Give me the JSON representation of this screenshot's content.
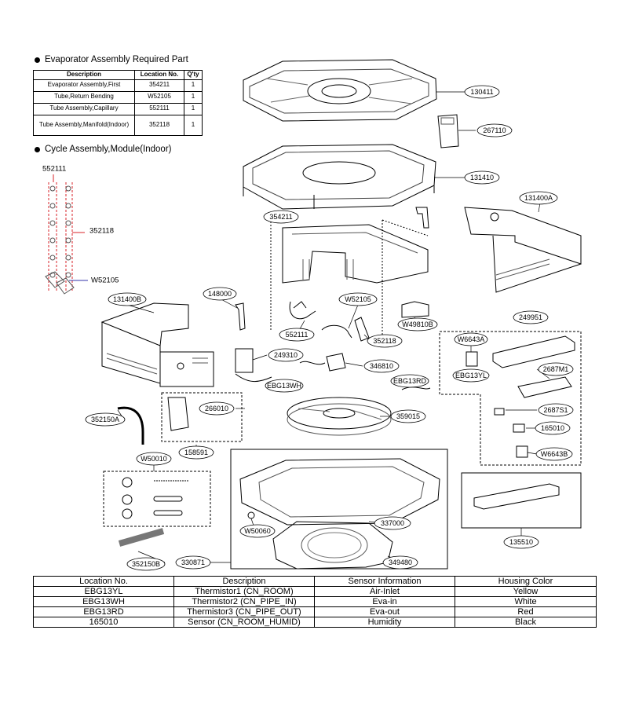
{
  "headings": {
    "evaporator": "Evaporator Assembly Required Part",
    "cycle": "Cycle Assembly,Module(Indoor)"
  },
  "required_parts": {
    "columns": [
      "Description",
      "Location No.",
      "Q'ty"
    ],
    "rows": [
      [
        "Evaporator Assembly,First",
        "354211",
        "1"
      ],
      [
        "Tube,Return Bending",
        "W52105",
        "1"
      ],
      [
        "Tube Assembly,Capillary",
        "552111",
        "1"
      ],
      [
        "Tube Assembly,Manifold(Indoor)",
        "352118",
        "1"
      ]
    ]
  },
  "side_labels": [
    "552111",
    "352118",
    "W52105"
  ],
  "callouts": [
    "130411",
    "267110",
    "131410",
    "131400A",
    "354211",
    "148000",
    "131400B",
    "W52105",
    "W49810B",
    "249951",
    "552111",
    "352118",
    "W6643A",
    "249310",
    "346810",
    "EBG13WH",
    "EBG13RD",
    "EBG13YL",
    "2687M1",
    "266010",
    "359015",
    "2687S1",
    "165010",
    "352150A",
    "158591",
    "W6643B",
    "W50010",
    "337000",
    "135510",
    "W50060",
    "352150B",
    "330871",
    "349480"
  ],
  "sensor_table": {
    "columns": [
      "Location No.",
      "Description",
      "Sensor Information",
      "Housing Color"
    ],
    "rows": [
      [
        "EBG13YL",
        "Thermistor1 (CN_ROOM)",
        "Air-Inlet",
        "Yellow"
      ],
      [
        "EBG13WH",
        "Thermistor2 (CN_PIPE_IN)",
        "Eva-in",
        "White"
      ],
      [
        "EBG13RD",
        "Thermistor3 (CN_PIPE_OUT)",
        "Eva-out",
        "Red"
      ],
      [
        "165010",
        "Sensor (CN_ROOM_HUMID)",
        "Humidity",
        "Black"
      ]
    ]
  },
  "colors": {
    "accent_red": "#d8232a",
    "line": "#000000"
  }
}
